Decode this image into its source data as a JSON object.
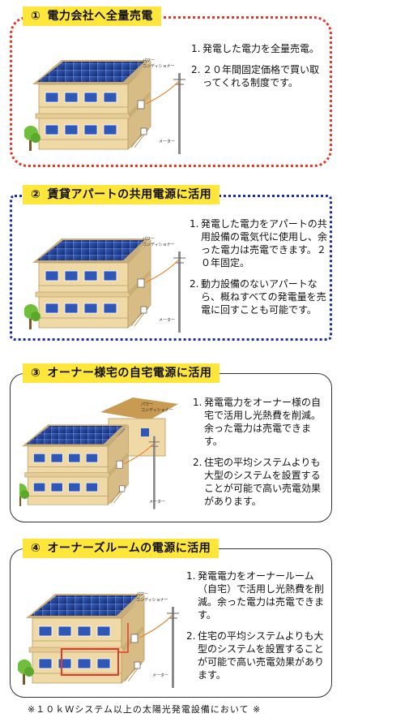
{
  "sections": [
    {
      "badge": "電力会社へ全量売電",
      "num": "①",
      "items": [
        {
          "n": "1.",
          "text": "発電した電力を全量売電。"
        },
        {
          "n": "2.",
          "text": "２０年間固定価格で買い取ってくれる制度です。"
        }
      ]
    },
    {
      "badge": "賃貸アパートの共用電源に活用",
      "num": "②",
      "items": [
        {
          "n": "1.",
          "text": "発電した電力をアパートの共用設備の電気代に使用し、余った電力は売電できます。２０年固定。"
        },
        {
          "n": "2.",
          "text": "動力設備のないアパートなら、概ねすべての発電量を売電に回すことも可能です。"
        }
      ]
    },
    {
      "badge": "オーナー様宅の自宅電源に活用",
      "num": "③",
      "items": [
        {
          "n": "1.",
          "text": "発電電力をオーナー様の自宅で活用し光熱費を削減。余った電力は売電できます。"
        },
        {
          "n": "2.",
          "text": "住宅の平均システムよりも大型のシステムを設置することが可能で高い売電効果があります。"
        }
      ]
    },
    {
      "badge": "オーナーズルームの電源に活用",
      "num": "④",
      "items": [
        {
          "n": "1.",
          "text": "発電電力をオーナールーム（自宅）で活用し光熱費を削減。余った電力は売電できます。"
        },
        {
          "n": "2.",
          "text": "住宅の平均システムよりも大型のシステムを設置することが可能で高い売電効果があります。"
        }
      ]
    }
  ],
  "labels": {
    "conditioner": "パワーコンディショナー",
    "conditioner_l1": "パワー",
    "conditioner_l2": "コンディショナー",
    "meter": "メーター"
  },
  "footnote": "※１０ｋＷシステム以上の太陽光発電設備において ※",
  "colors": {
    "badge": "#ffe63a",
    "red": "#e23a28",
    "blue": "#1d2fa8",
    "panel": "#1f3a8c",
    "wall": "#efd9a6"
  }
}
